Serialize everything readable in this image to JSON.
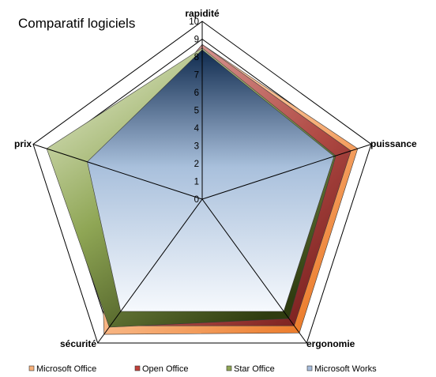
{
  "chart_data": {
    "type": "radar",
    "title": "Comparatif logiciels",
    "axes": [
      "rapidité",
      "puissance",
      "ergonomie",
      "sécurité",
      "prix"
    ],
    "scale": {
      "min": 0,
      "max": 10,
      "ticks": [
        "0",
        "1",
        "2",
        "3",
        "4",
        "5",
        "6",
        "7",
        "8",
        "9",
        "10"
      ]
    },
    "series": [
      {
        "name": "Microsoft Office",
        "values": [
          8.7,
          9.2,
          9.3,
          9.4,
          6.1
        ],
        "color": "#f08a40"
      },
      {
        "name": "Open Office",
        "values": [
          8.7,
          8.8,
          8.8,
          8.8,
          6.1
        ],
        "color": "#8b1c1c"
      },
      {
        "name": "Star Office",
        "values": [
          8.5,
          7.9,
          8.3,
          8.9,
          9.2
        ],
        "color": "#6e8a2a"
      },
      {
        "name": "Microsoft Works",
        "values": [
          8.4,
          7.8,
          7.8,
          7.8,
          6.8
        ],
        "color": "#a7bddc"
      }
    ],
    "legend_position": "bottom",
    "grid": true
  }
}
